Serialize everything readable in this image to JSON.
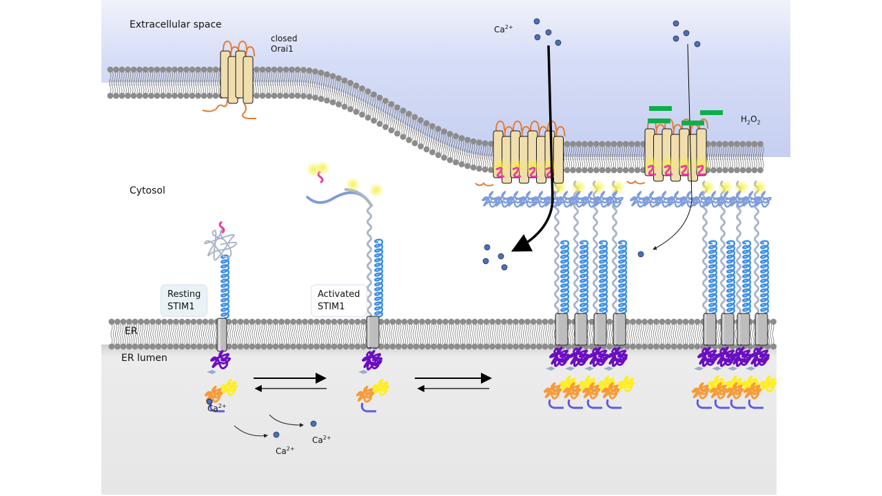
{
  "labels": {
    "extracellular": "Extracellular space",
    "closed_orai": [
      "closed",
      "Orai1"
    ],
    "cytosol": "Cytosol",
    "er": "ER",
    "er_lumen": "ER lumen",
    "resting_stim": [
      "Resting",
      "STIM1"
    ],
    "activated_stim": [
      "Activated",
      "STIM1"
    ],
    "calcium": {
      "base": "Ca",
      "charge": "2+"
    },
    "h2o2": {
      "h": "H",
      "sub1": "2",
      "o": "O",
      "sub2": "2"
    }
  },
  "colors": {
    "extracellular_top": "#c7d2f4",
    "extracellular_bottom": "#e6ebfb",
    "lumen": "#e8e8e8",
    "lipid": "#8c8c8c",
    "orai": "#f1deae",
    "orai_loop": "#e8782e",
    "stim_coil": "#3d8fe8",
    "stim_linker": "#aab4c8",
    "stim_cad": "#7f9ddb",
    "polybasic": "#ee3aa6",
    "ef_hand_purple": "#6a0fc0",
    "ef_yellow": "#ffee22",
    "sam_orange": "#f79a3a",
    "h2o2_bar": "#0fae4a",
    "calcium_ion": "#4a6fbf"
  }
}
